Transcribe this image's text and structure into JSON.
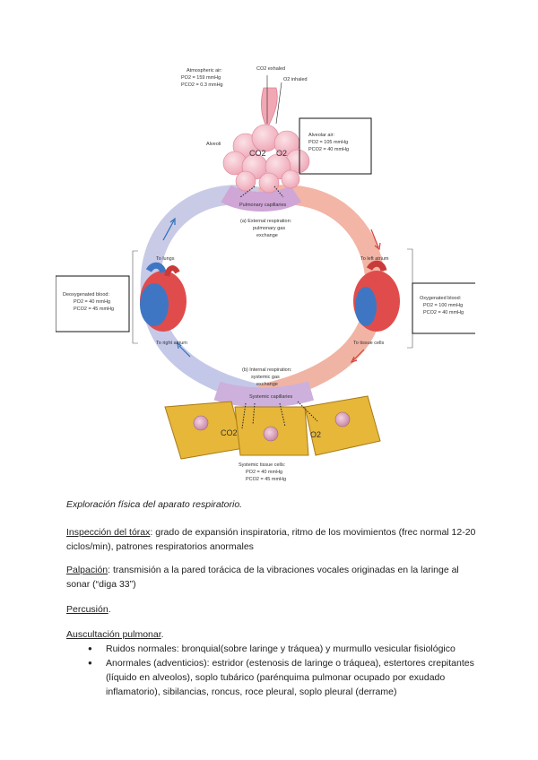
{
  "figure": {
    "atmospheric_air": "Atmospheric air:",
    "atm_po2": "PO2 = 159 mmHg",
    "atm_pco2": "PCO2 = 0.3 mmHg",
    "co2_exhaled": "CO2 exhaled",
    "o2_inhaled": "O2 inhaled",
    "alveoli": "Alveoli",
    "alveolar_air": "Alveolar air:",
    "alv_po2": "PO2 = 105 mmHg",
    "alv_pco2": "PCO2 = 40 mmHg",
    "co2": "CO2",
    "o2": "O2",
    "pulmonary_capillaries": "Pulmonary capillaries",
    "external_resp_1": "(a) External respiration:",
    "external_resp_2": "pulmonary gas",
    "external_resp_3": "exchange",
    "to_lungs": "To lungs",
    "to_left_atrium": "To left atrium",
    "deoxygenated": "Deoxygenated blood:",
    "deox_po2": "PO2 = 40 mmHg",
    "deox_pco2": "PCO2 = 45 mmHg",
    "oxygenated": "Oxygenated blood:",
    "ox_po2": "PO2 = 100 mmHg",
    "ox_pco2": "PCO2 = 40 mmHg",
    "to_right_atrium": "To right atrium",
    "to_tissue_cells": "To tissue cells",
    "internal_resp_1": "(b) Internal respiration:",
    "internal_resp_2": "systemic gas",
    "internal_resp_3": "exchange",
    "systemic_capillaries": "Systemic capillaries",
    "tissue_co2": "CO2",
    "tissue_o2": "O2",
    "systemic_cells": "Systemic tissue cells:",
    "sys_po2": "PO2 = 40 mmHg",
    "sys_pco2": "PCO2 = 45 mmHg"
  },
  "caption": "Exploración física del aparato respiratorio.",
  "inspeccion": {
    "label": "Inspección del tórax",
    "text": ": grado de expansión inspiratoria, ritmo de los movimientos (frec normal 12-20 ciclos/min), patrones respiratorios anormales"
  },
  "palpacion": {
    "label": "Palpación",
    "text": ": transmisión a la pared torácica de la vibraciones vocales originadas en la laringe al sonar (“diga 33”)"
  },
  "percusion": {
    "label": "Percusión",
    "text": "."
  },
  "auscultacion": {
    "label": "Auscultación pulmonar",
    "text": ".",
    "items": [
      "Ruidos normales: bronquial(sobre laringe y tráquea) y murmullo vesicular fisiológico",
      "Anormales (adventicios): estridor (estenosis de laringe o tráquea), estertores crepitantes (líquido en alveolos), soplo tubárico (parénquima pulmonar ocupado por exudado inflamatorio), sibilancias, roncus, roce pleural, soplo pleural (derrame)"
    ]
  }
}
